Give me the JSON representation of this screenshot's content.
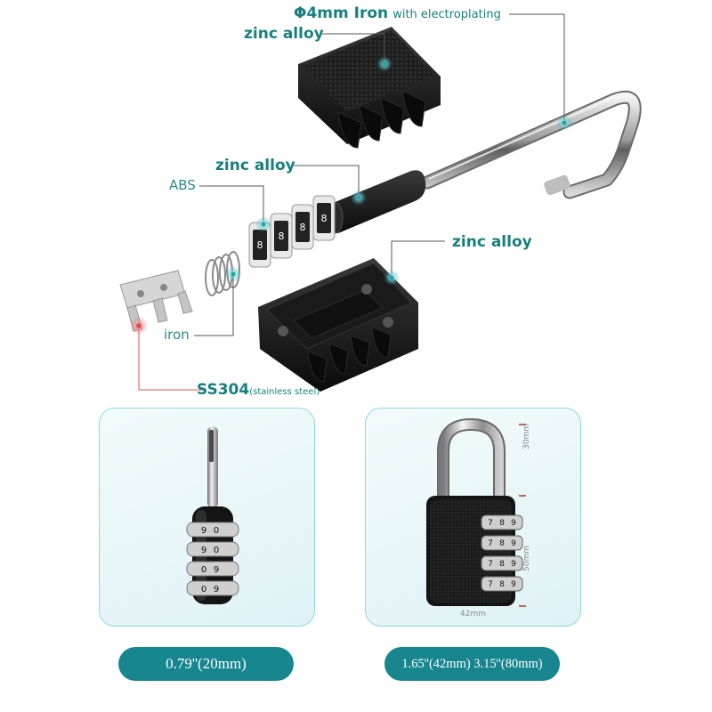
{
  "labels": {
    "shackle_iron_main": "Φ4mm Iron",
    "shackle_iron_sub": "with electroplating",
    "top_cover": "zinc alloy",
    "core": "zinc alloy",
    "wheels": "ABS",
    "body": "zinc alloy",
    "spring": "iron",
    "plate_main": "SS304",
    "plate_sub": "(stainless steel)"
  },
  "dimensions": {
    "shackle_height": "30mm",
    "body_height": "50mm",
    "body_width": "42mm"
  },
  "size_pills": {
    "left": "0.79''(20mm)",
    "right": "1.65''(42mm) 3.15''(80mm)"
  },
  "dials": {
    "side_view_digits": [
      "9",
      "0",
      "9",
      "0",
      "0",
      "9",
      "0",
      "9"
    ],
    "front_view_digits": [
      [
        "7",
        "8",
        "9"
      ],
      [
        "7",
        "8",
        "9"
      ],
      [
        "7",
        "8",
        "9"
      ],
      [
        "7",
        "8",
        "9"
      ]
    ],
    "wheel_digits": [
      "8",
      "8",
      "8",
      "8"
    ]
  },
  "colors": {
    "teal_label": "#17807f",
    "teal_pill": "#17868f",
    "leader_red": "#e05050",
    "panel_border": "#8fd8de"
  }
}
